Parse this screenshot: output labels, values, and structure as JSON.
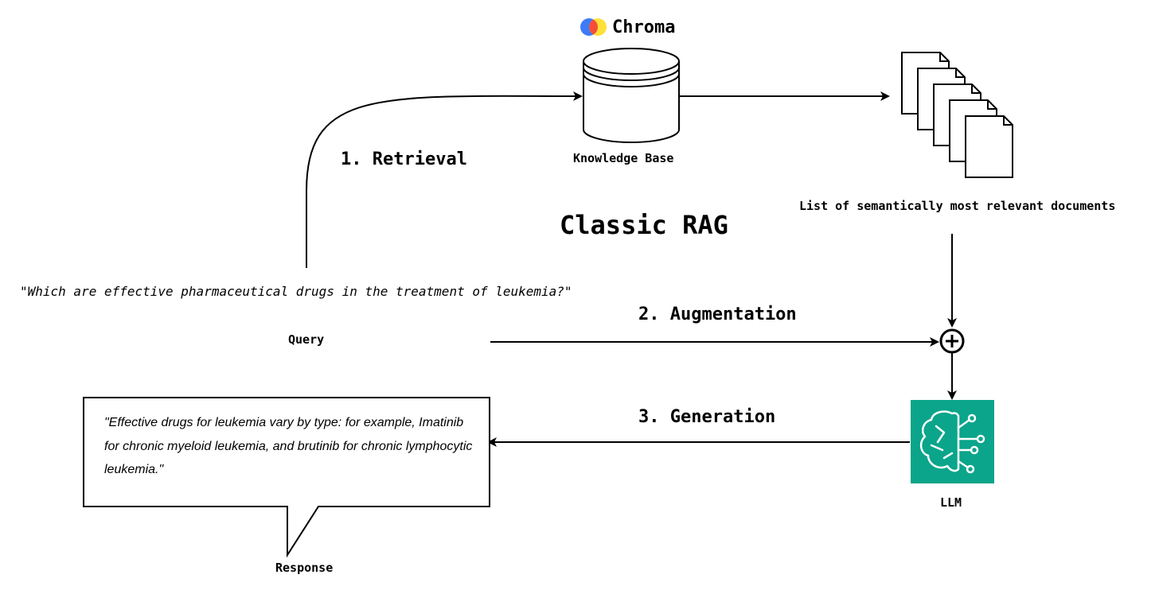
{
  "brand": {
    "name": "Chroma",
    "colors": {
      "blue": "#3D7BF7",
      "yellow": "#FFDE2D",
      "red": "#F44E3B"
    }
  },
  "title": "Classic RAG",
  "steps": {
    "retrieval": "1. Retrieval",
    "augmentation": "2. Augmentation",
    "generation": "3. Generation"
  },
  "labels": {
    "knowledge_base": "Knowledge Base",
    "documents": "List of semantically most relevant documents",
    "query": "Query",
    "llm": "LLM",
    "response": "Response"
  },
  "query_text": "\"Which are effective pharmaceutical drugs in the treatment of leukemia?\"",
  "response_text": "\"Effective drugs for leukemia vary by type: for example, Imatinib for chronic myeloid leukemia, and brutinib for chronic lymphocytic leukemia.\"",
  "colors": {
    "llm_bg": "#0AA58A",
    "stroke": "#000000"
  },
  "icons": {
    "database": "database-icon",
    "documents": "documents-stack-icon",
    "combine": "plus-circle-icon",
    "llm": "brain-circuit-icon",
    "logo": "chroma-logo-icon"
  }
}
